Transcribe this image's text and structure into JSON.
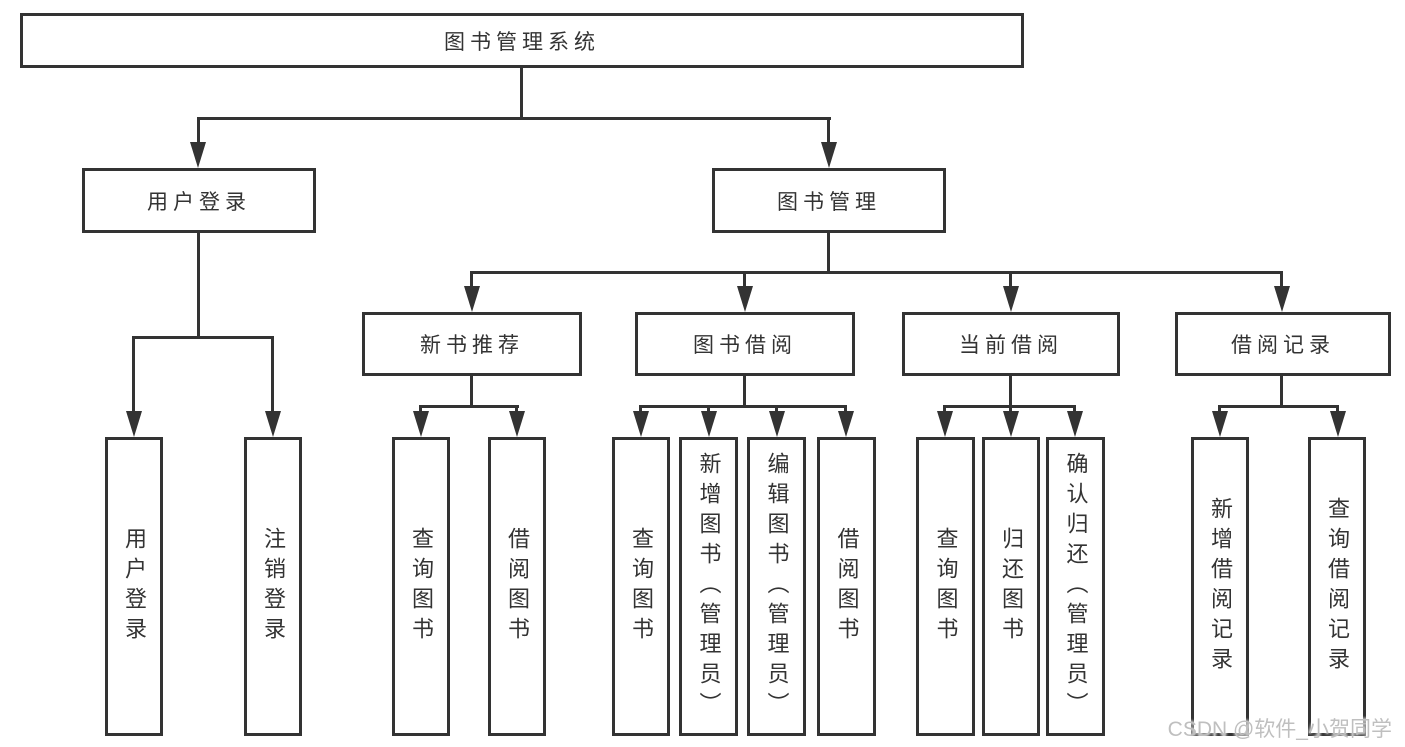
{
  "diagram": {
    "type": "hierarchy-tree",
    "title": "图书管理系统",
    "colors": {
      "ink": "#333333",
      "box_bg": "#ffffff",
      "page_bg": "#ffffff",
      "watermark": "#bfbfbf"
    },
    "nodes": {
      "root": {
        "label": "图书管理系统",
        "level": 0
      },
      "user_login": {
        "label": "用户登录",
        "level": 1
      },
      "book_mgmt": {
        "label": "图书管理",
        "level": 1
      },
      "new_book_rec": {
        "label": "新书推荐",
        "level": 2
      },
      "book_borrow": {
        "label": "图书借阅",
        "level": 2
      },
      "current_borrow": {
        "label": "当前借阅",
        "level": 2
      },
      "borrow_record": {
        "label": "借阅记录",
        "level": 2
      },
      "user_login_leaf": {
        "label": "用户登录",
        "level": 3
      },
      "logout_leaf": {
        "label": "注销登录",
        "level": 3
      },
      "nbr_query_books": {
        "label": "查询图书",
        "level": 3
      },
      "nbr_borrow_books": {
        "label": "借阅图书",
        "level": 3
      },
      "bb_query_books": {
        "label": "查询图书",
        "level": 3
      },
      "bb_add_books": {
        "label": "新增图书（管理员）",
        "level": 3
      },
      "bb_edit_books": {
        "label": "编辑图书（管理员）",
        "level": 3
      },
      "bb_borrow_books": {
        "label": "借阅图书",
        "level": 3
      },
      "cb_query_books": {
        "label": "查询图书",
        "level": 3
      },
      "cb_return_books": {
        "label": "归还图书",
        "level": 3
      },
      "cb_confirm_return": {
        "label": "确认归还（管理员）",
        "level": 3
      },
      "br_add_record": {
        "label": "新增借阅记录",
        "level": 3
      },
      "br_query_record": {
        "label": "查询借阅记录",
        "level": 3
      }
    },
    "edges": [
      {
        "from": "root",
        "to": "user_login"
      },
      {
        "from": "root",
        "to": "book_mgmt"
      },
      {
        "from": "user_login",
        "to": "user_login_leaf"
      },
      {
        "from": "user_login",
        "to": "logout_leaf"
      },
      {
        "from": "book_mgmt",
        "to": "new_book_rec"
      },
      {
        "from": "book_mgmt",
        "to": "book_borrow"
      },
      {
        "from": "book_mgmt",
        "to": "current_borrow"
      },
      {
        "from": "book_mgmt",
        "to": "borrow_record"
      },
      {
        "from": "new_book_rec",
        "to": "nbr_query_books"
      },
      {
        "from": "new_book_rec",
        "to": "nbr_borrow_books"
      },
      {
        "from": "book_borrow",
        "to": "bb_query_books"
      },
      {
        "from": "book_borrow",
        "to": "bb_add_books"
      },
      {
        "from": "book_borrow",
        "to": "bb_edit_books"
      },
      {
        "from": "book_borrow",
        "to": "bb_borrow_books"
      },
      {
        "from": "current_borrow",
        "to": "cb_query_books"
      },
      {
        "from": "current_borrow",
        "to": "cb_return_books"
      },
      {
        "from": "current_borrow",
        "to": "cb_confirm_return"
      },
      {
        "from": "borrow_record",
        "to": "br_add_record"
      },
      {
        "from": "borrow_record",
        "to": "br_query_record"
      }
    ],
    "watermark": {
      "text": "CSDN @软件_小贺同学"
    }
  }
}
